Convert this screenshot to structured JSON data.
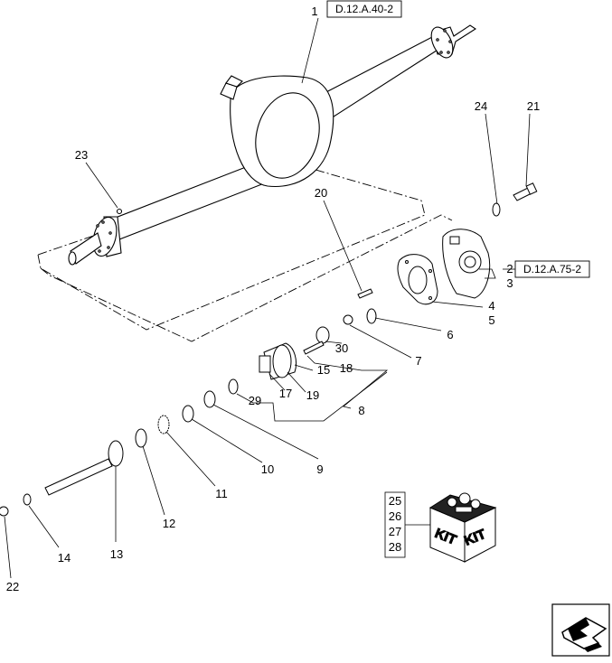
{
  "diagram": {
    "refs": {
      "axle_ref": "D.12.A.40-2",
      "housing_ref": "D.12.A.75-2"
    },
    "callouts": {
      "c1": "1",
      "c2": "2",
      "c3": "3",
      "c4": "4",
      "c5": "5",
      "c6": "6",
      "c7": "7",
      "c8": "8",
      "c9": "9",
      "c10": "10",
      "c11": "11",
      "c12": "12",
      "c13": "13",
      "c14": "14",
      "c15": "15",
      "c17": "17",
      "c18": "18",
      "c19": "19",
      "c20": "20",
      "c21": "21",
      "c22": "22",
      "c23": "23",
      "c24": "24",
      "c29": "29",
      "c30": "30"
    },
    "kit": {
      "items": [
        "25",
        "26",
        "27",
        "28"
      ],
      "box_label_left": "KIT",
      "box_label_right": "KIT"
    },
    "nav": {
      "icon": "arrow-nav-icon"
    }
  }
}
